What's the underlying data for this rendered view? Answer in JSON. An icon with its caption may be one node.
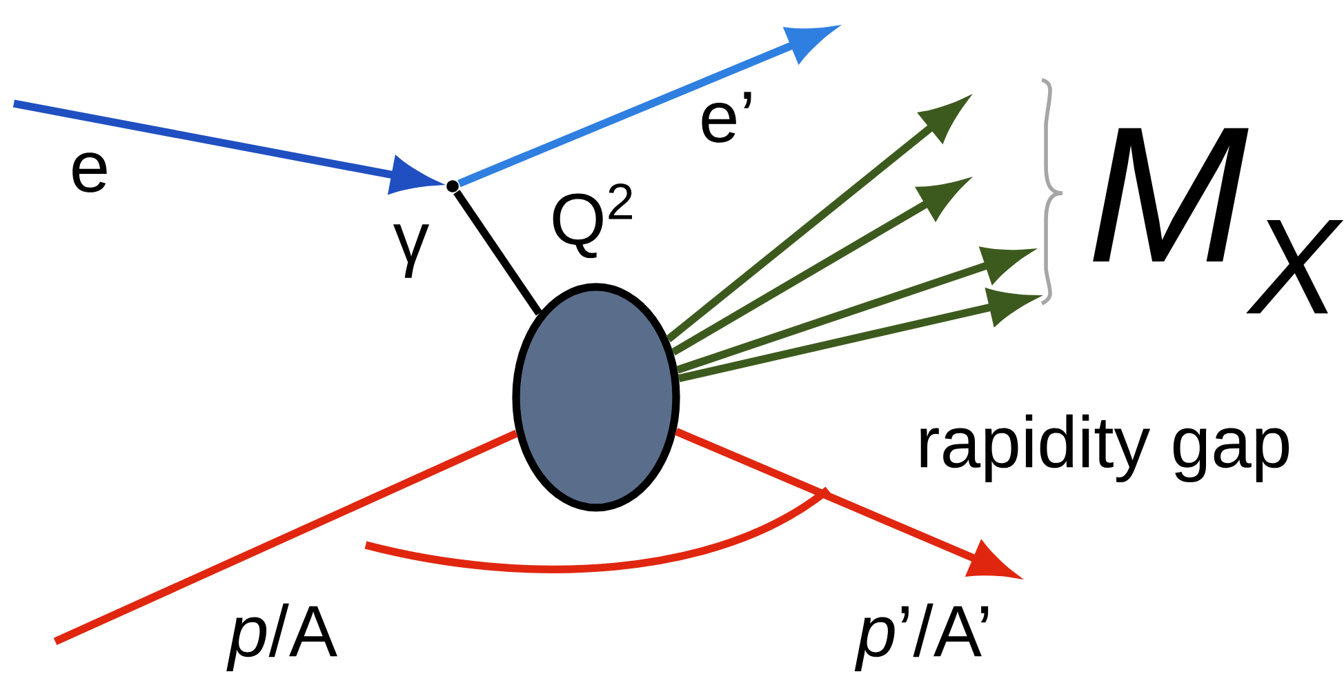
{
  "diagram": {
    "nodes": [
      {
        "text": [],
        "shape": "point"
      },
      {
        "text": [],
        "shape": "ellipse"
      }
    ],
    "edges": [
      {
        "from": null,
        "to": 0,
        "arrow": "to",
        "label": "e",
        "color": "#1f4fc0"
      },
      {
        "from": 0,
        "to": null,
        "arrow": "to",
        "label": "e’",
        "color": "#2f7fe0"
      },
      {
        "from": 0,
        "to": 1,
        "arrow": "none",
        "label": "γ",
        "color": "#000000"
      },
      {
        "from": 1,
        "to": null,
        "arrow": "to",
        "color": "#3d5a1e"
      },
      {
        "from": 1,
        "to": null,
        "arrow": "to",
        "color": "#3d5a1e"
      },
      {
        "from": 1,
        "to": null,
        "arrow": "to",
        "color": "#3d5a1e"
      },
      {
        "from": 1,
        "to": null,
        "arrow": "to",
        "color": "#3d5a1e"
      },
      {
        "from": null,
        "to": 1,
        "arrow": "none",
        "label": "*p*/A",
        "color": "#e0260f"
      },
      {
        "from": 1,
        "to": null,
        "arrow": "to",
        "label": "*p*’/A’",
        "color": "#e0260f"
      }
    ],
    "labels": [
      "Q$^{2}$",
      "M$_{X}$",
      "rapidity gap"
    ]
  }
}
